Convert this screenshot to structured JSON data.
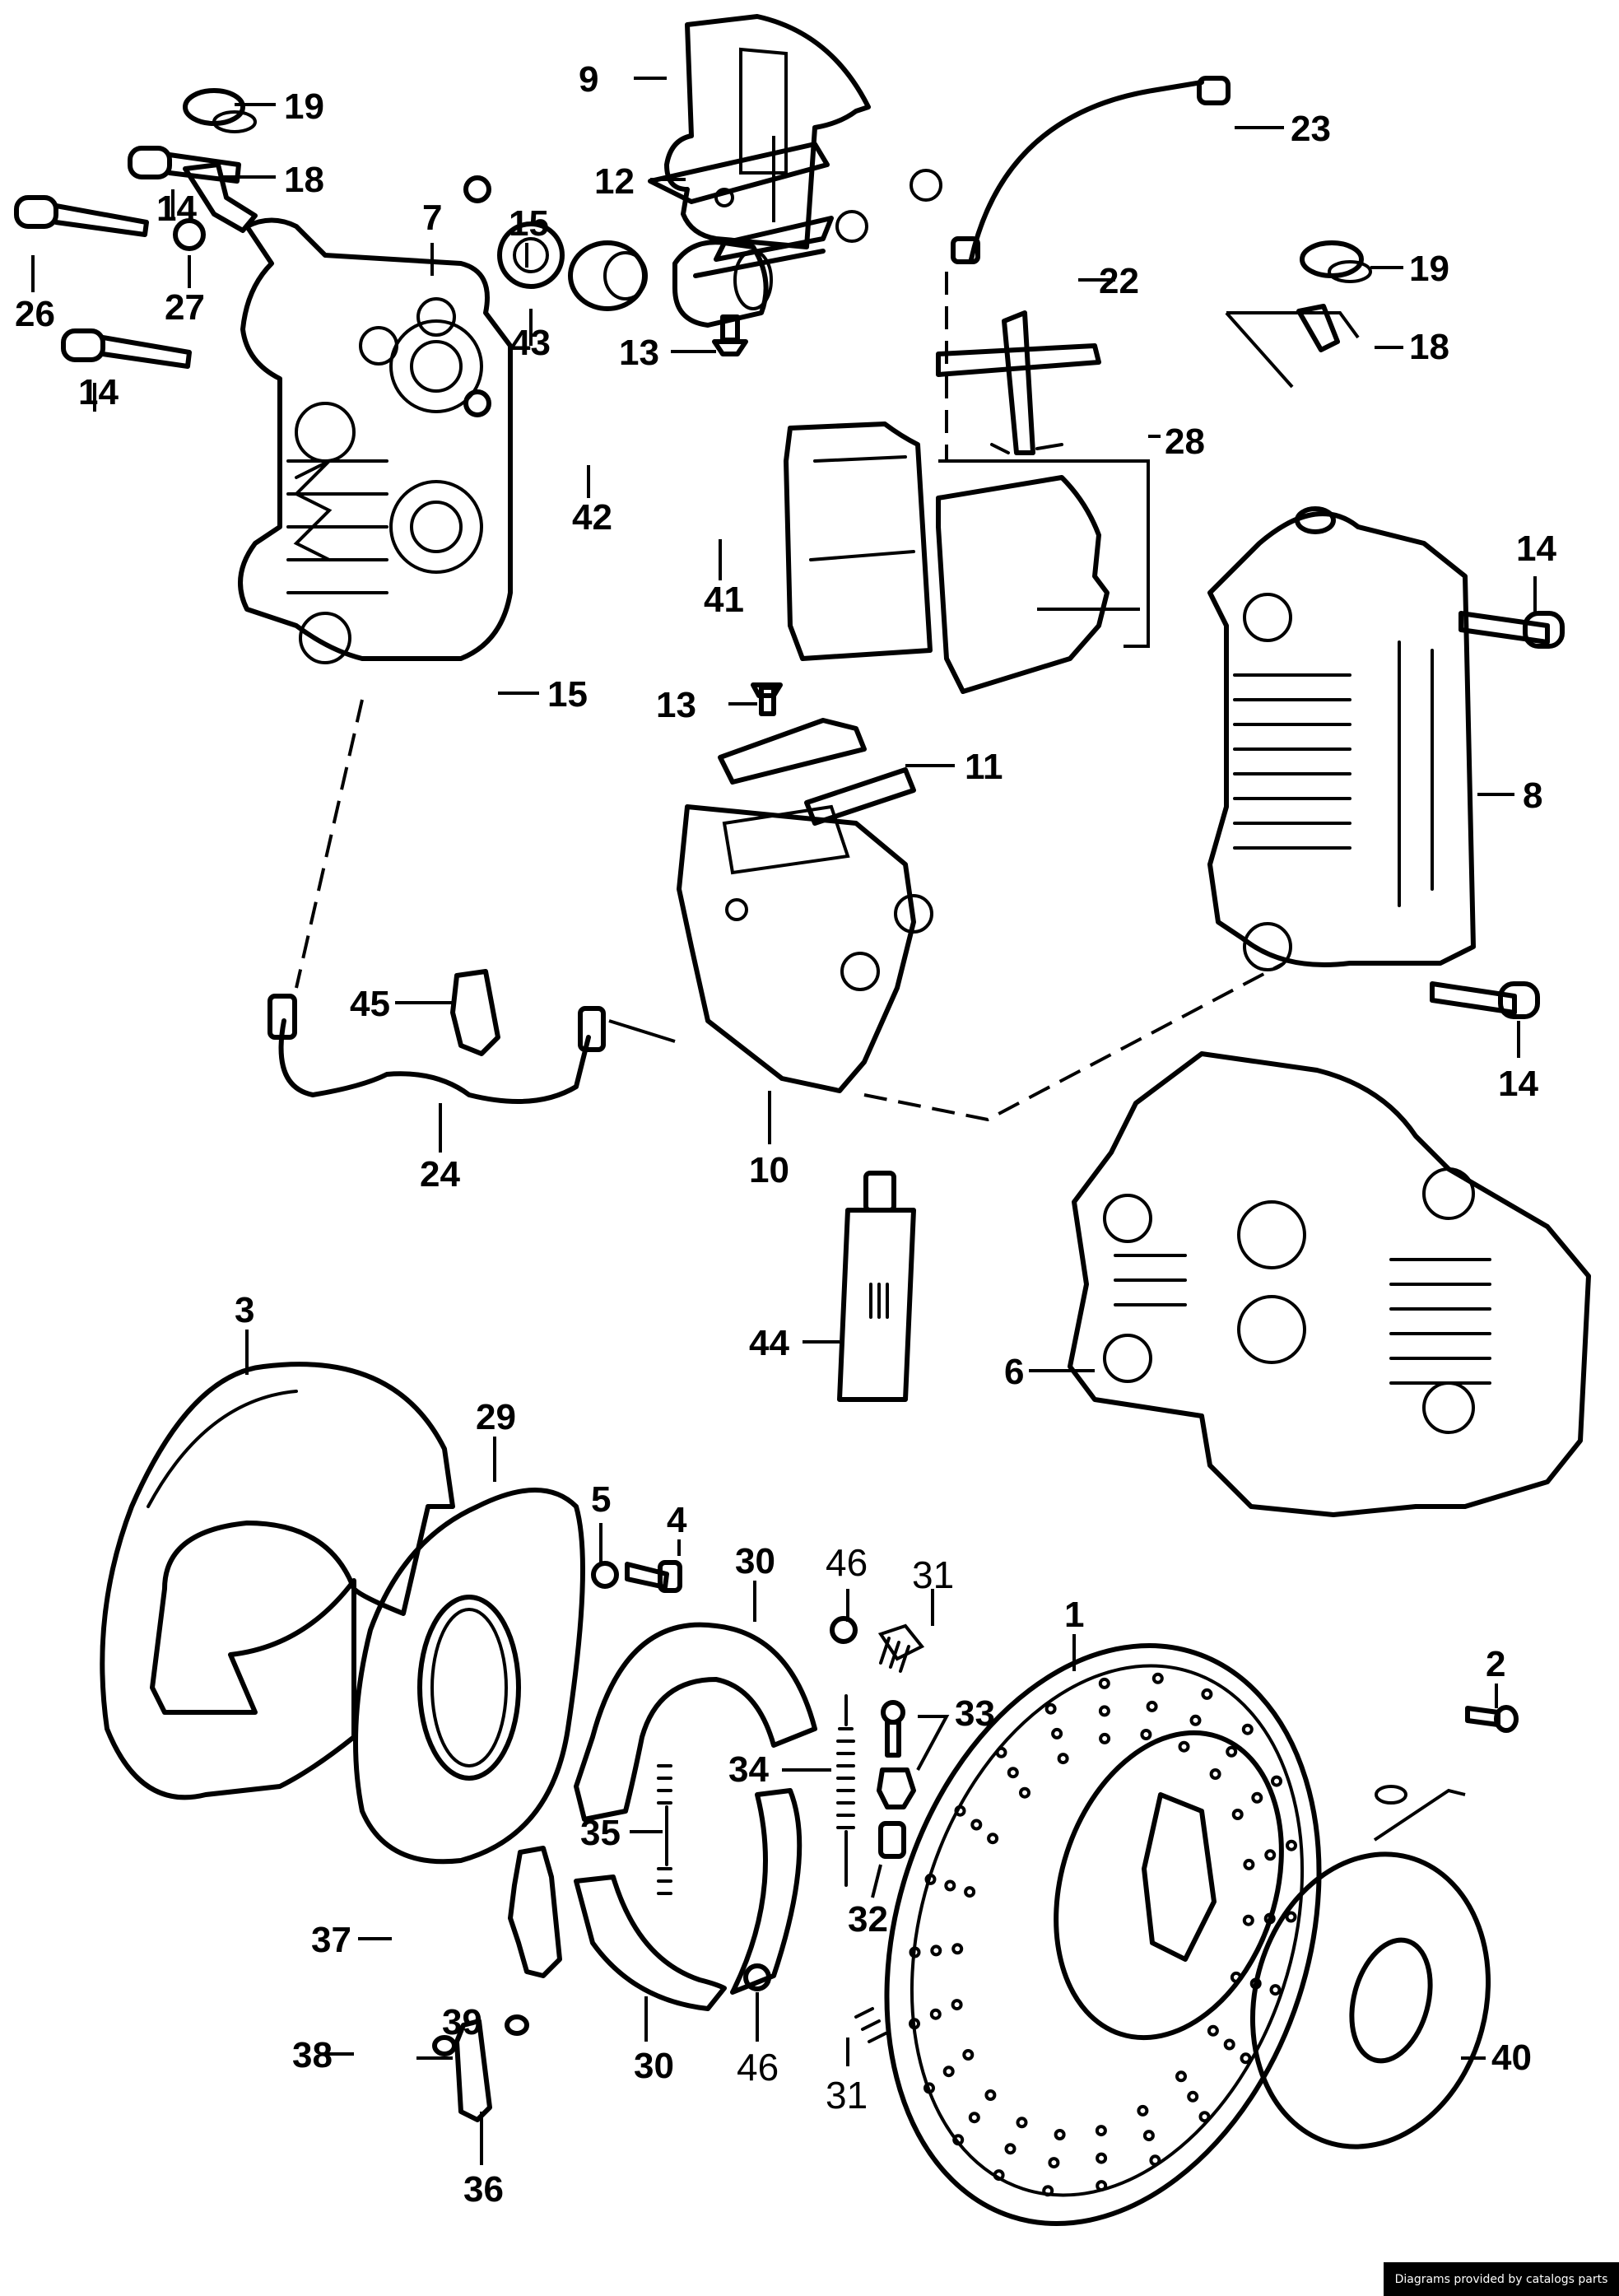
{
  "diagram": {
    "title": "Brake caliper, disc and parking brake assembly exploded view",
    "callouts": [
      {
        "id": "c19a",
        "label": "19",
        "part": "bleeder-cap"
      },
      {
        "id": "c18a",
        "label": "18",
        "part": "bleeder-valve"
      },
      {
        "id": "c7",
        "label": "7",
        "part": "brake-caliper-left"
      },
      {
        "id": "c14a",
        "label": "14",
        "part": "caliper-bolt"
      },
      {
        "id": "c15a",
        "label": "15",
        "part": "washer"
      },
      {
        "id": "c26",
        "label": "26",
        "part": "bolt"
      },
      {
        "id": "c27",
        "label": "27",
        "part": "washer"
      },
      {
        "id": "c43",
        "label": "43",
        "part": "seal-ring"
      },
      {
        "id": "c14b",
        "label": "14",
        "part": "caliper-bolt"
      },
      {
        "id": "c15b",
        "label": "15",
        "part": "washer"
      },
      {
        "id": "c9",
        "label": "9",
        "part": "caliper-bracket-upper"
      },
      {
        "id": "c12",
        "label": "12",
        "part": "plate"
      },
      {
        "id": "c13a",
        "label": "13",
        "part": "countersunk-screw"
      },
      {
        "id": "c42",
        "label": "42",
        "part": "dust-boot"
      },
      {
        "id": "c41",
        "label": "41",
        "part": "piston"
      },
      {
        "id": "c13b",
        "label": "13",
        "part": "countersunk-screw"
      },
      {
        "id": "c11",
        "label": "11",
        "part": "plate"
      },
      {
        "id": "c23",
        "label": "23",
        "part": "brake-hose"
      },
      {
        "id": "c22",
        "label": "22",
        "part": "spreader-spring"
      },
      {
        "id": "c28",
        "label": "28",
        "part": "brake-pad-set"
      },
      {
        "id": "c19b",
        "label": "19",
        "part": "bleeder-cap"
      },
      {
        "id": "c18b",
        "label": "18",
        "part": "bleeder-valve"
      },
      {
        "id": "c14c",
        "label": "14",
        "part": "caliper-bolt"
      },
      {
        "id": "c8",
        "label": "8",
        "part": "brake-caliper-right"
      },
      {
        "id": "c14d",
        "label": "14",
        "part": "caliper-bolt"
      },
      {
        "id": "c45",
        "label": "45",
        "part": "clip"
      },
      {
        "id": "c24",
        "label": "24",
        "part": "brake-line"
      },
      {
        "id": "c10",
        "label": "10",
        "part": "caliper-bracket-lower"
      },
      {
        "id": "c44",
        "label": "44",
        "part": "grease-tube"
      },
      {
        "id": "c6",
        "label": "6",
        "part": "brake-caliper-assembly"
      },
      {
        "id": "c3",
        "label": "3",
        "part": "splash-shield"
      },
      {
        "id": "c29",
        "label": "29",
        "part": "backing-plate"
      },
      {
        "id": "c5",
        "label": "5",
        "part": "washer"
      },
      {
        "id": "c4",
        "label": "4",
        "part": "bolt"
      },
      {
        "id": "c30a",
        "label": "30",
        "part": "parking-brake-shoe"
      },
      {
        "id": "c46a",
        "label": "46",
        "part": "retainer-cup",
        "style": "light"
      },
      {
        "id": "c31a",
        "label": "31",
        "part": "hold-down-spring",
        "style": "light"
      },
      {
        "id": "c33",
        "label": "33",
        "part": "adjuster-screw"
      },
      {
        "id": "c34",
        "label": "34",
        "part": "return-spring"
      },
      {
        "id": "c35",
        "label": "35",
        "part": "return-spring"
      },
      {
        "id": "c32",
        "label": "32",
        "part": "adjuster-sleeve"
      },
      {
        "id": "c37",
        "label": "37",
        "part": "expander"
      },
      {
        "id": "c39",
        "label": "39",
        "part": "pin"
      },
      {
        "id": "c38",
        "label": "38",
        "part": "pin"
      },
      {
        "id": "c30b",
        "label": "30",
        "part": "parking-brake-shoe"
      },
      {
        "id": "c46b",
        "label": "46",
        "part": "retainer-cup",
        "style": "light"
      },
      {
        "id": "c31b",
        "label": "31",
        "part": "hold-down-spring",
        "style": "light"
      },
      {
        "id": "c36",
        "label": "36",
        "part": "lever"
      },
      {
        "id": "c1",
        "label": "1",
        "part": "brake-disc"
      },
      {
        "id": "c2",
        "label": "2",
        "part": "countersunk-screw"
      },
      {
        "id": "c40",
        "label": "40",
        "part": "spacer"
      }
    ]
  },
  "footer": {
    "credit": "Diagrams provided by catalogs parts"
  },
  "colors": {
    "ink": "#000000",
    "paper": "#ffffff",
    "footer_bg": "#000000",
    "footer_text": "#ffffff"
  }
}
